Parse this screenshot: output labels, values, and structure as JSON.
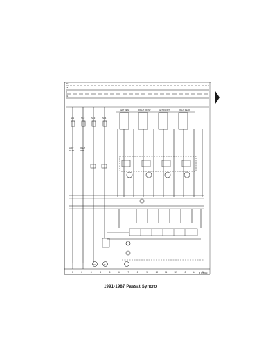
{
  "caption": "1991-1987 Passat Syncro",
  "diagram": {
    "ground_numbers": [
      "1",
      "2",
      "3",
      "4",
      "5",
      "6",
      "7",
      "8",
      "9",
      "10",
      "11",
      "12",
      "13",
      "14",
      "15"
    ],
    "page_ref": "97-506",
    "circle_labels": [
      "30",
      "31"
    ],
    "colors": {
      "ink": "#1a1a1a",
      "paper": "#ffffff"
    }
  }
}
